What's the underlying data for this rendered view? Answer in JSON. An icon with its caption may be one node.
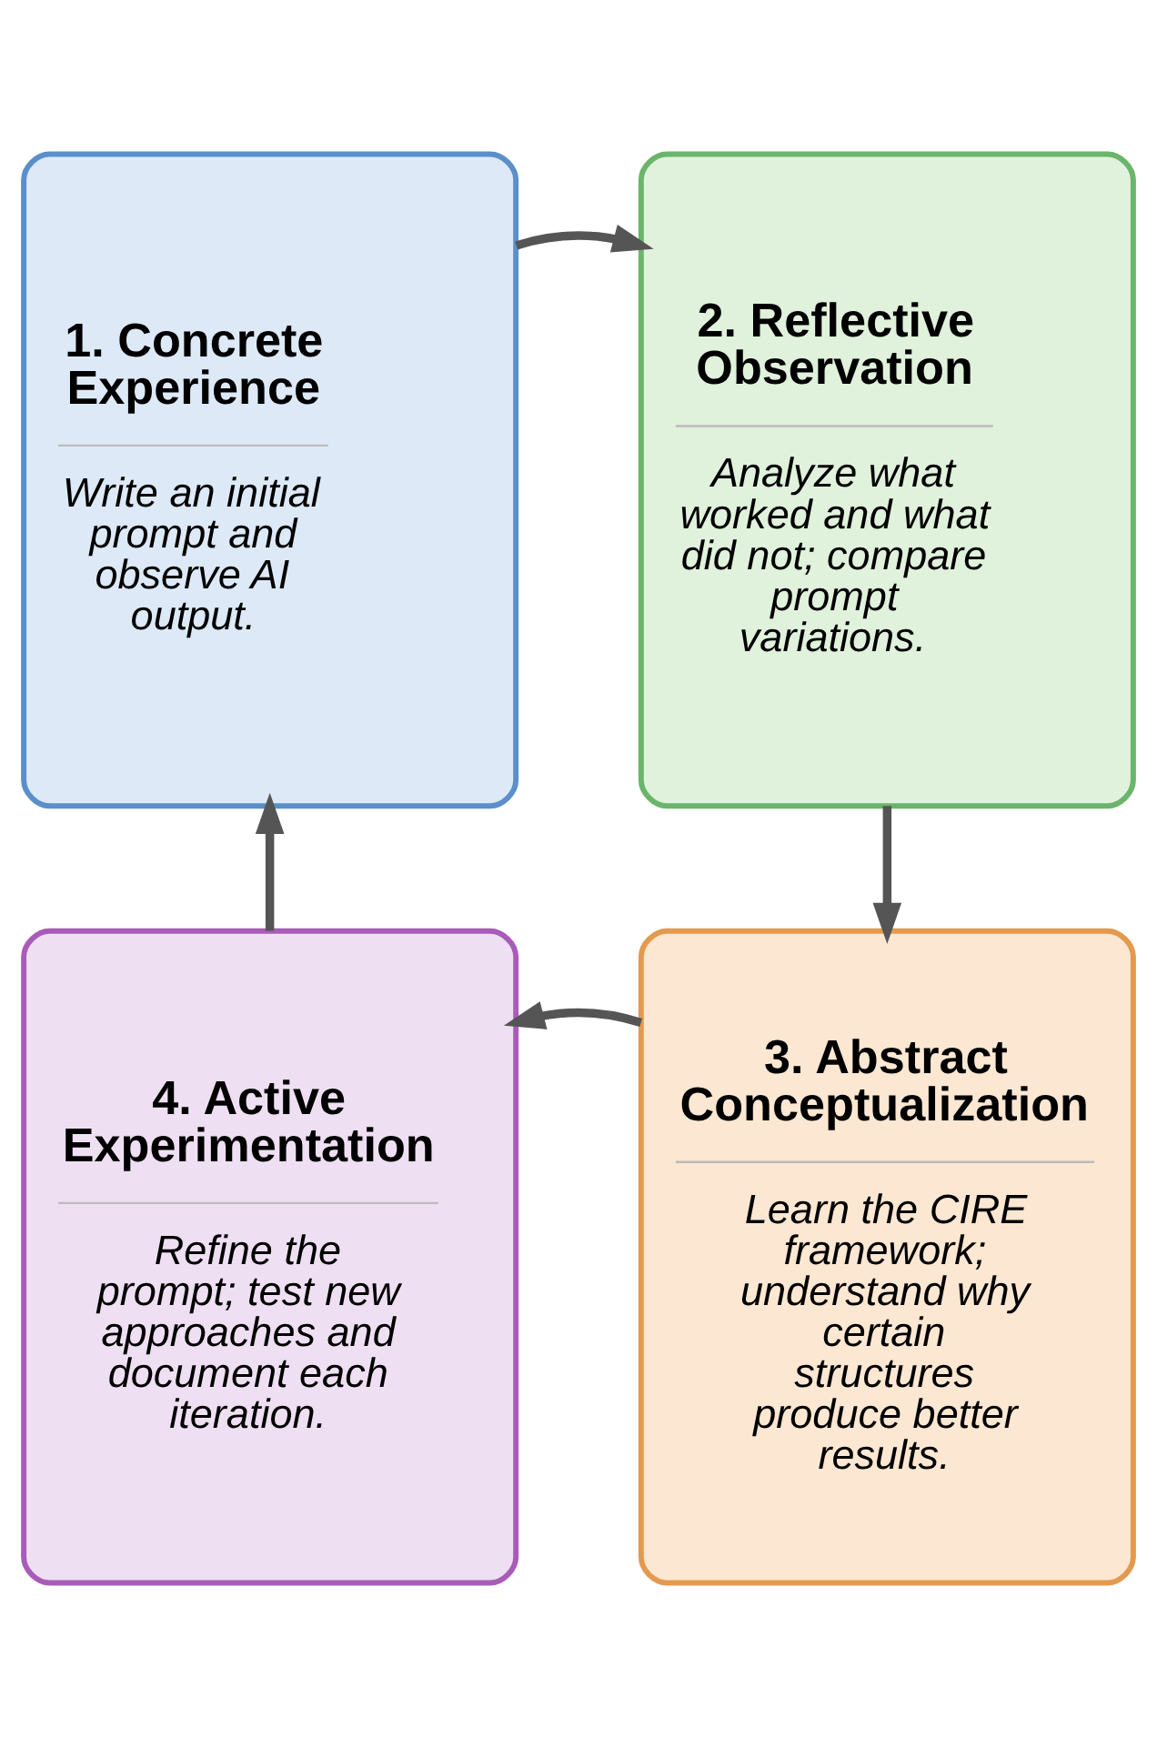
{
  "diagram": {
    "nodes": [
      {
        "text": [
          "1. Concrete Experience",
          "Write an initial prompt and observe AI output."
        ]
      },
      {
        "text": [
          "2. Reflective Observation",
          "Analyze what worked and what did not; compare prompt variations."
        ]
      },
      {
        "text": [
          "3. Abstract Conceptualization",
          "Learn the CIRE framework; understand why certain structures produce better results."
        ]
      },
      {
        "text": [
          "4. Active Experimentation",
          "Refine the prompt; test new approaches and document each iteration."
        ]
      }
    ],
    "edges": [
      {
        "from": 0,
        "to": 1,
        "arrow": "to"
      },
      {
        "from": 1,
        "to": 2,
        "arrow": "to"
      },
      {
        "from": 2,
        "to": 3,
        "arrow": "to"
      },
      {
        "from": 3,
        "to": 0,
        "arrow": "to"
      }
    ]
  }
}
